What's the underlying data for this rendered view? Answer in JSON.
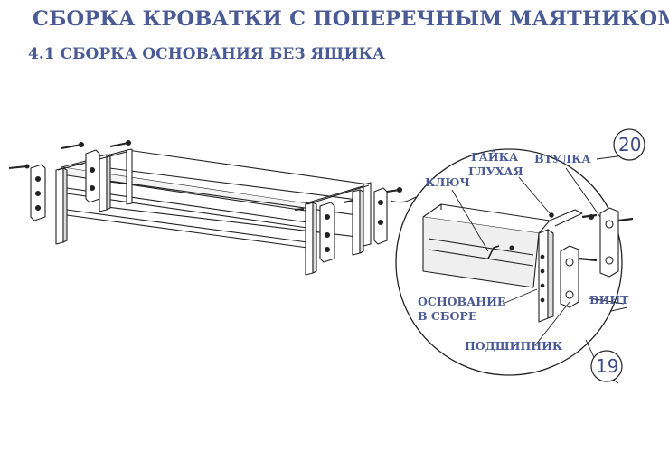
{
  "title": "СБОРКА КРОВАТКИ С ПОПЕРЕЧНЫМ МАЯТНИКОМ",
  "subtitle": "4.1 СБОРКА ОСНОВАНИЯ БЕЗ ЯЩИКА",
  "labels": {
    "nut_line1": "ГАЙКА",
    "nut_line2": "ГЛУХАЯ",
    "sleeve": "ВТУЛКА",
    "key": "КЛЮЧ",
    "base_line1": "ОСНОВАНИЕ",
    "base_line2": "В СБОРЕ",
    "screw": "ВИНТ",
    "bearing": "ПОДШИПНИК"
  },
  "callouts": {
    "part_20": "20",
    "part_19": "19"
  }
}
